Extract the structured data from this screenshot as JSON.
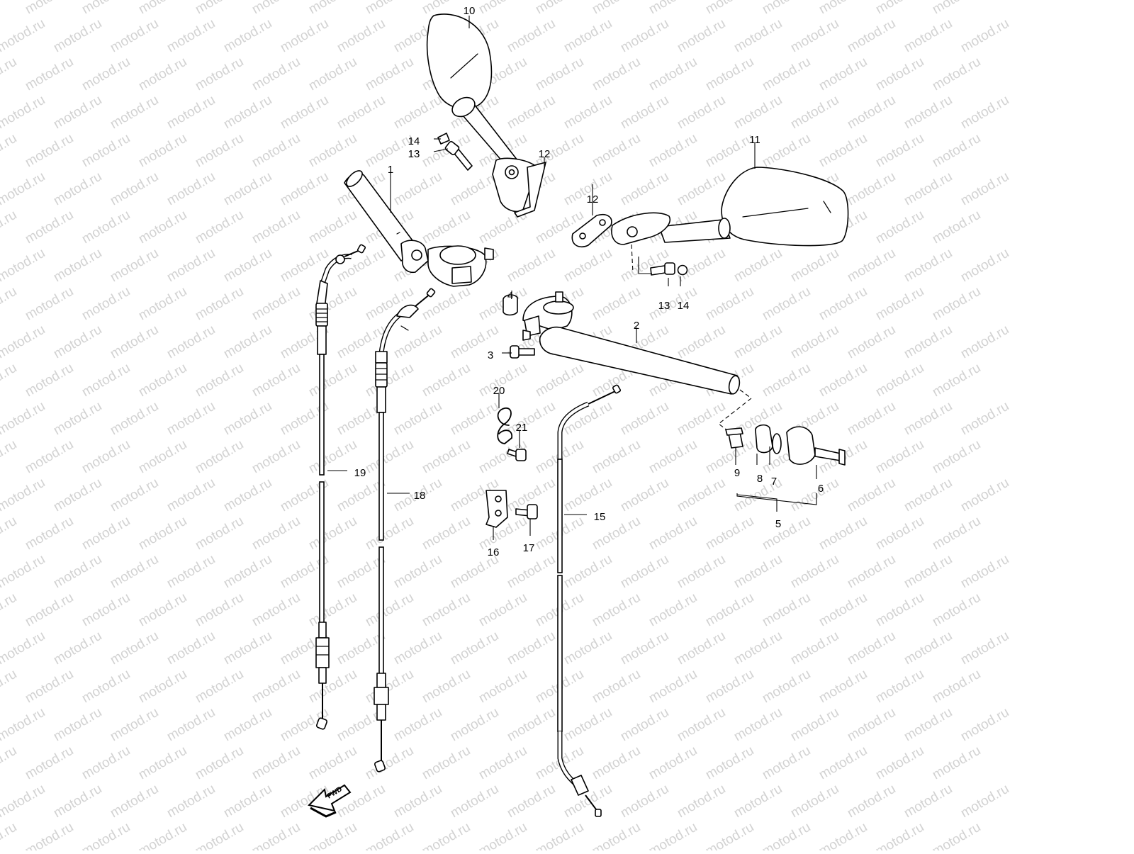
{
  "watermark": {
    "text": "motod.ru",
    "color": "#d2d2d2"
  },
  "fwd_label": "FWD",
  "callouts": [
    {
      "id": "c10",
      "text": "10"
    },
    {
      "id": "c14a",
      "text": "14"
    },
    {
      "id": "c13a",
      "text": "13"
    },
    {
      "id": "c12a",
      "text": "12"
    },
    {
      "id": "c1",
      "text": "1"
    },
    {
      "id": "c11",
      "text": "11"
    },
    {
      "id": "c12b",
      "text": "12"
    },
    {
      "id": "c13b",
      "text": "13"
    },
    {
      "id": "c14b",
      "text": "14"
    },
    {
      "id": "c4",
      "text": "4"
    },
    {
      "id": "c2",
      "text": "2"
    },
    {
      "id": "c3",
      "text": "3"
    },
    {
      "id": "c20",
      "text": "20"
    },
    {
      "id": "c21",
      "text": "21"
    },
    {
      "id": "c9",
      "text": "9"
    },
    {
      "id": "c8",
      "text": "8"
    },
    {
      "id": "c7",
      "text": "7"
    },
    {
      "id": "c6",
      "text": "6"
    },
    {
      "id": "c5",
      "text": "5"
    },
    {
      "id": "c19",
      "text": "19"
    },
    {
      "id": "c18",
      "text": "18"
    },
    {
      "id": "c15",
      "text": "15"
    },
    {
      "id": "c16",
      "text": "16"
    },
    {
      "id": "c17",
      "text": "17"
    }
  ]
}
